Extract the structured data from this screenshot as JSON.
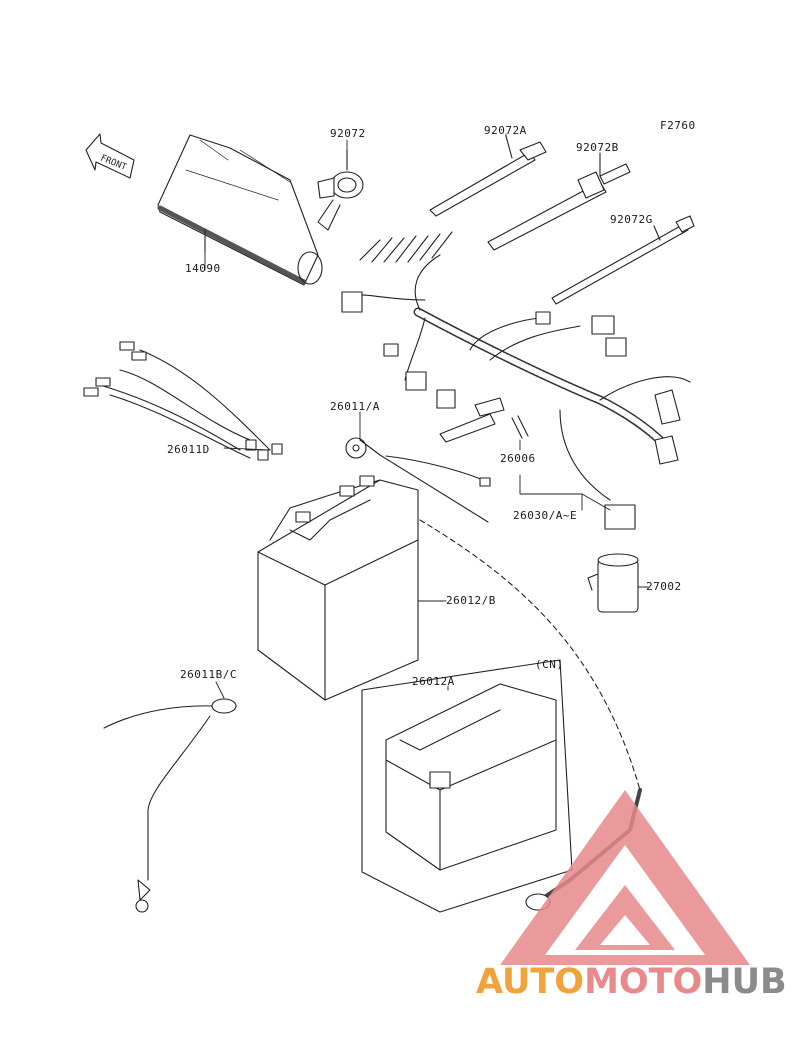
{
  "figure_code": "F2760",
  "front_arrow": "FRONT",
  "parts": [
    {
      "id": "cover",
      "number": "14090"
    },
    {
      "id": "clamp",
      "number": "92072"
    },
    {
      "id": "band-a",
      "number": "92072A"
    },
    {
      "id": "band-b",
      "number": "92072B"
    },
    {
      "id": "band-g",
      "number": "92072G"
    },
    {
      "id": "lead-d",
      "number": "26011D"
    },
    {
      "id": "lead-a",
      "number": "26011/A"
    },
    {
      "id": "fuse",
      "number": "26006"
    },
    {
      "id": "harness",
      "number": "26030/A~E"
    },
    {
      "id": "relay",
      "number": "27002"
    },
    {
      "id": "battery-b",
      "number": "26012/B"
    },
    {
      "id": "lead-bc",
      "number": "26011B/C"
    },
    {
      "id": "battery-a",
      "number": "26012A"
    },
    {
      "id": "cn-note",
      "number": "(CN)"
    }
  ],
  "watermark": {
    "part1": "AUTO",
    "part2": "MOTO",
    "part3": "HUB",
    "colors": {
      "orange": "#f2a23a",
      "pink": "#e8898b",
      "gray": "#8b8b8b"
    }
  }
}
